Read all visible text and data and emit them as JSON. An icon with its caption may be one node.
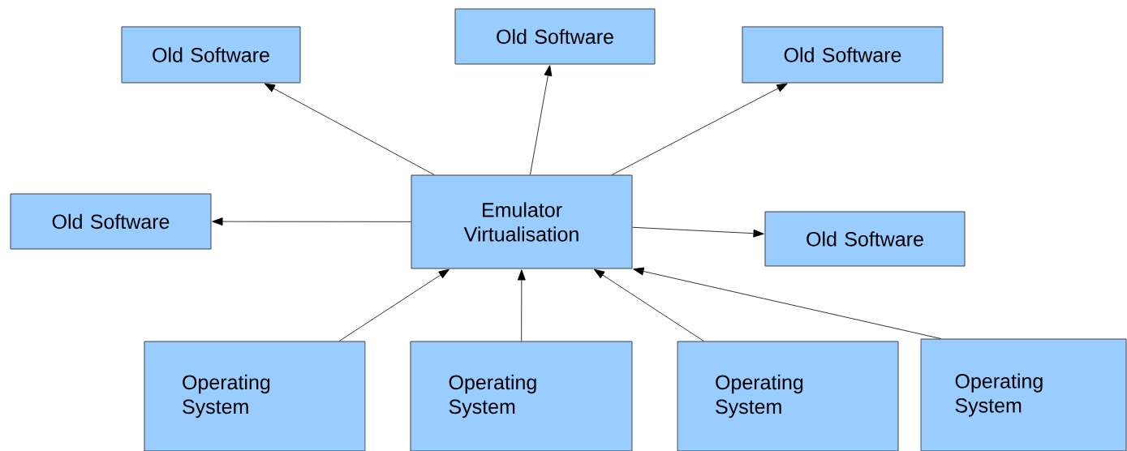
{
  "diagram": {
    "nodes": [
      {
        "text": [
          "Emulator Virtualisation"
        ]
      },
      {
        "text": [
          "Old Software"
        ]
      },
      {
        "text": [
          "Old Software"
        ]
      },
      {
        "text": [
          "Old Software"
        ]
      },
      {
        "text": [
          "Old Software"
        ]
      },
      {
        "text": [
          "Old Software"
        ]
      },
      {
        "text": [
          "Operating System"
        ]
      },
      {
        "text": [
          "Operating System"
        ]
      },
      {
        "text": [
          "Operating System"
        ]
      },
      {
        "text": [
          "Operating System"
        ]
      }
    ],
    "edges": [
      {
        "from": 0,
        "to": 1,
        "arrow": "to"
      },
      {
        "from": 0,
        "to": 2,
        "arrow": "to"
      },
      {
        "from": 0,
        "to": 3,
        "arrow": "to"
      },
      {
        "from": 0,
        "to": 4,
        "arrow": "to"
      },
      {
        "from": 0,
        "to": 5,
        "arrow": "to"
      },
      {
        "from": 6,
        "to": 0,
        "arrow": "to"
      },
      {
        "from": 7,
        "to": 0,
        "arrow": "to"
      },
      {
        "from": 8,
        "to": 0,
        "arrow": "to"
      },
      {
        "from": 9,
        "to": 0,
        "arrow": "to"
      }
    ]
  }
}
